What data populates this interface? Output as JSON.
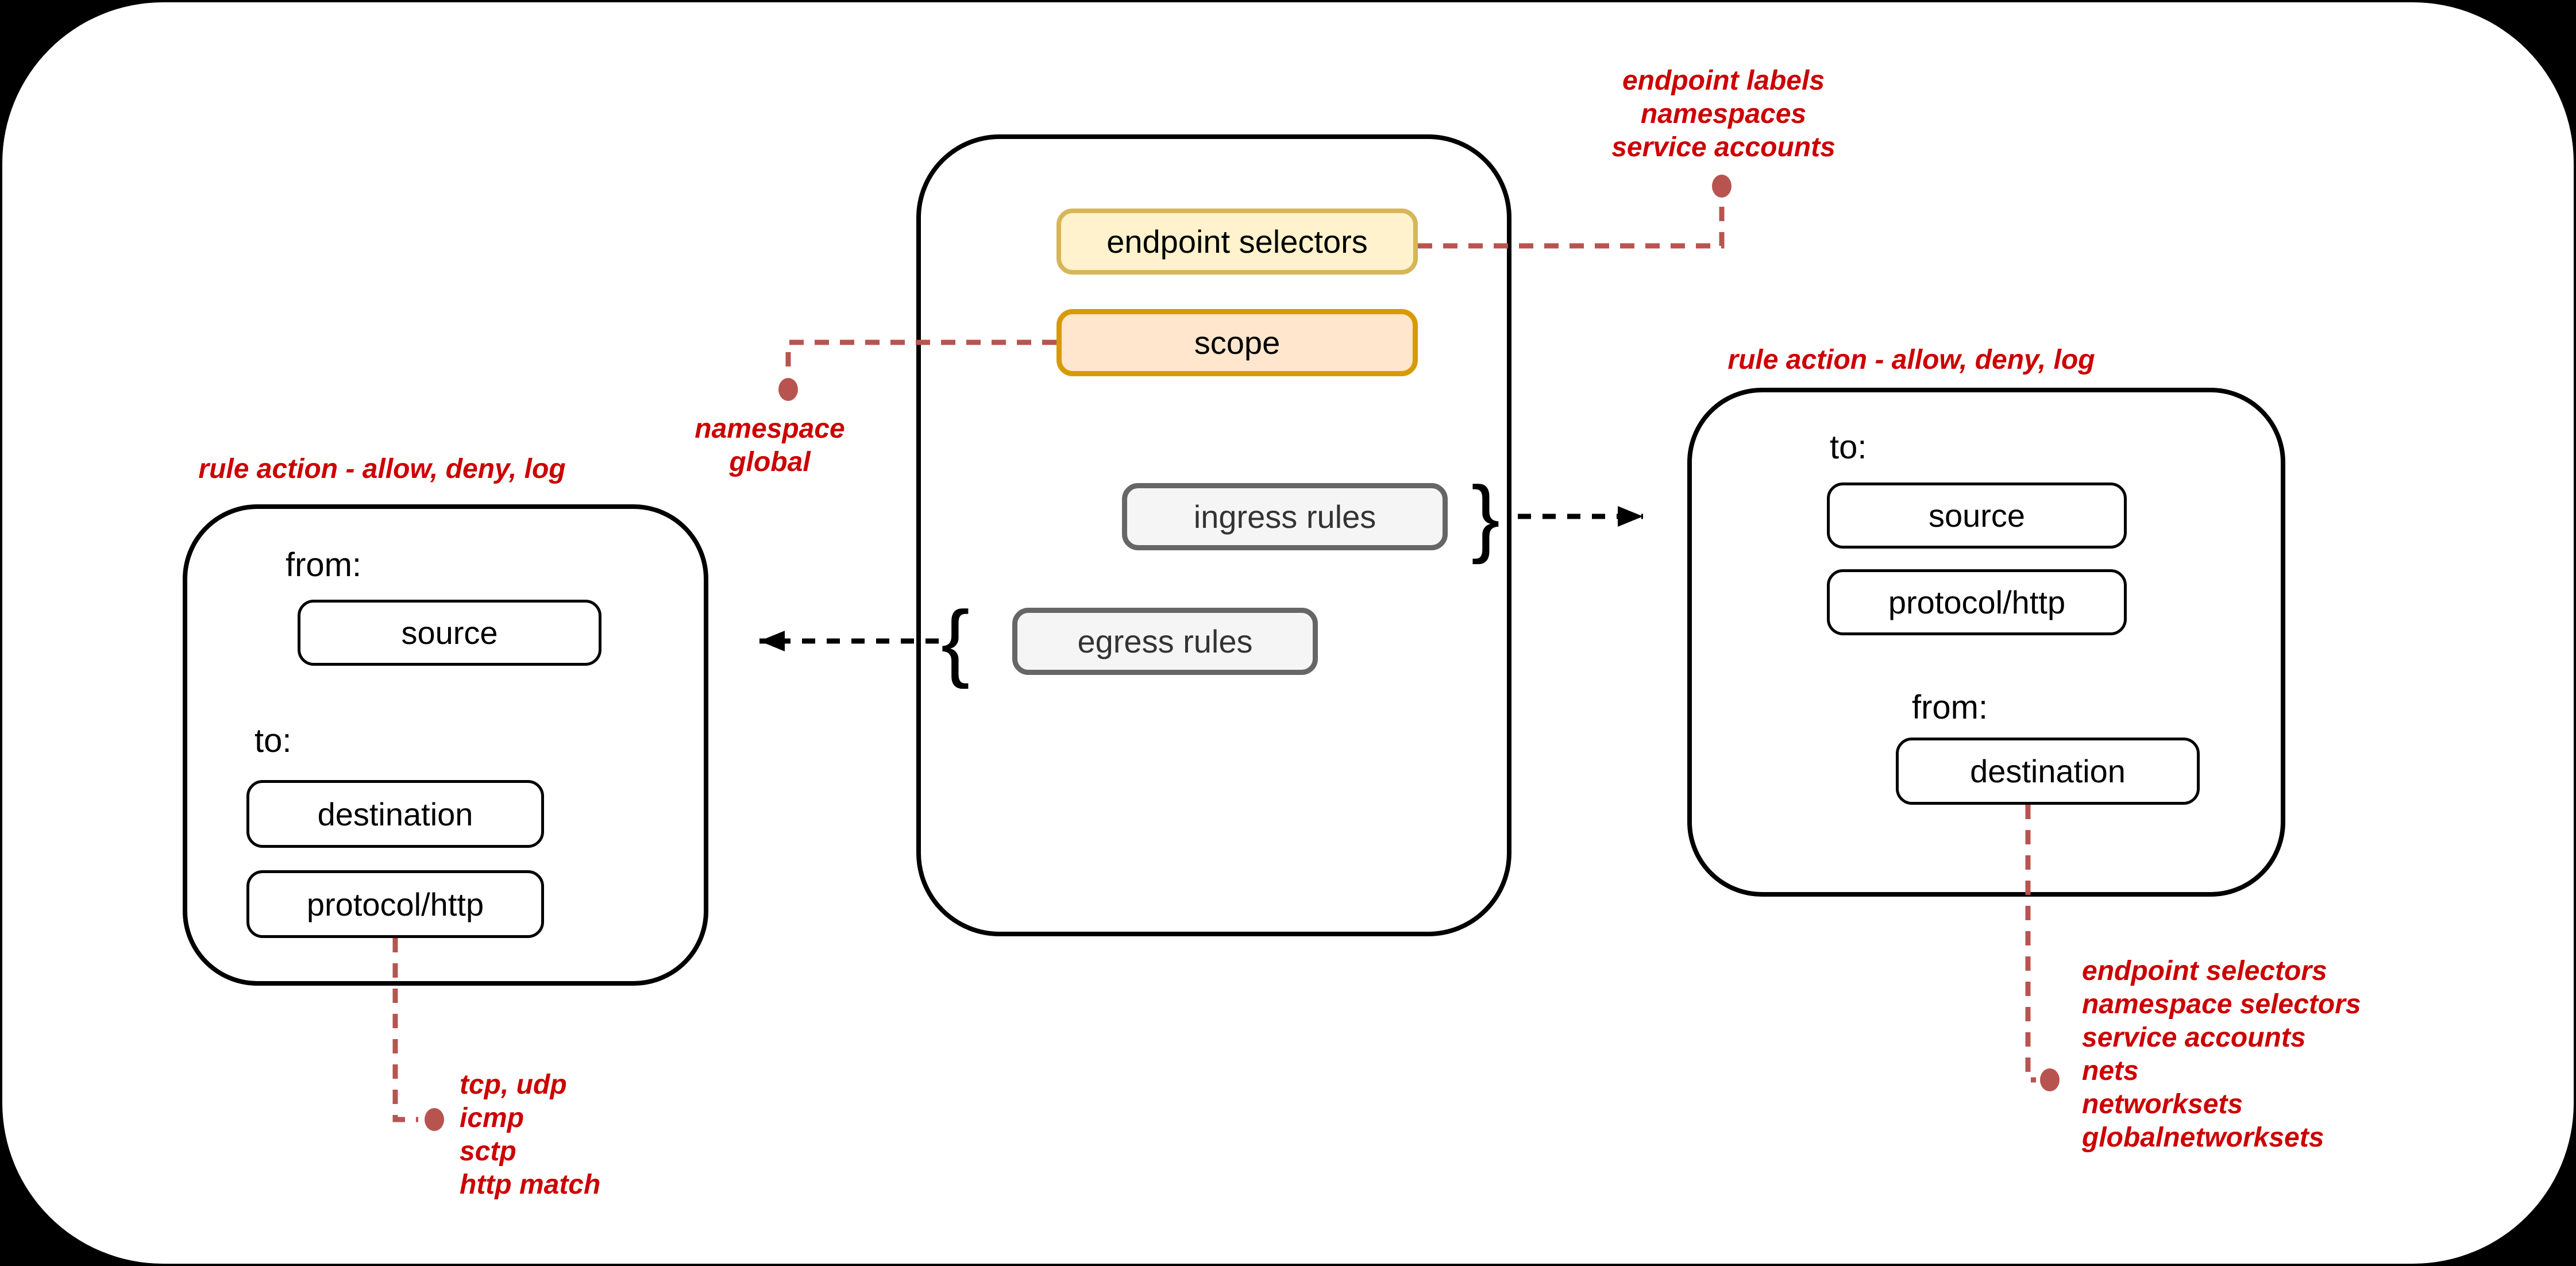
{
  "policy_box": {
    "endpoint_selectors_label": "endpoint selectors",
    "scope_label": "scope",
    "ingress_rules_label": "ingress rules",
    "egress_rules_label": "egress rules",
    "ingress_brace_glyph": "}",
    "egress_brace_glyph": "{"
  },
  "egress_rule_box": {
    "title": "rule action - allow, deny, log",
    "from_label": "from:",
    "source_label": "source",
    "to_label": "to:",
    "destination_label": "destination",
    "protocol_label": "protocol/http"
  },
  "ingress_rule_box": {
    "title": "rule action - allow, deny, log",
    "to_label": "to:",
    "source_label": "source",
    "protocol_label": "protocol/http",
    "from_label": "from:",
    "destination_label": "destination"
  },
  "annotations": {
    "endpoint_selector_options": {
      "lines": [
        "endpoint labels",
        "namespaces",
        "service accounts"
      ]
    },
    "scope_options": {
      "lines": [
        "namespace",
        "global"
      ]
    },
    "protocol_options": {
      "lines": [
        "tcp, udp",
        "icmp",
        "sctp",
        "http match"
      ]
    },
    "destination_options": {
      "lines": [
        "endpoint selectors",
        "namespace selectors",
        "service accounts",
        "nets",
        "networksets",
        "globalnetworksets"
      ]
    }
  },
  "colors": {
    "red_text": "#cc0000",
    "connector_red": "#b85450",
    "arrow_black": "#000000",
    "yellow_fill": "#fff2cc",
    "yellow_border": "#d6b656",
    "orange_fill": "#ffe6cc",
    "orange_border": "#d79b00",
    "gray_fill": "#f5f5f5",
    "gray_border": "#666666"
  }
}
